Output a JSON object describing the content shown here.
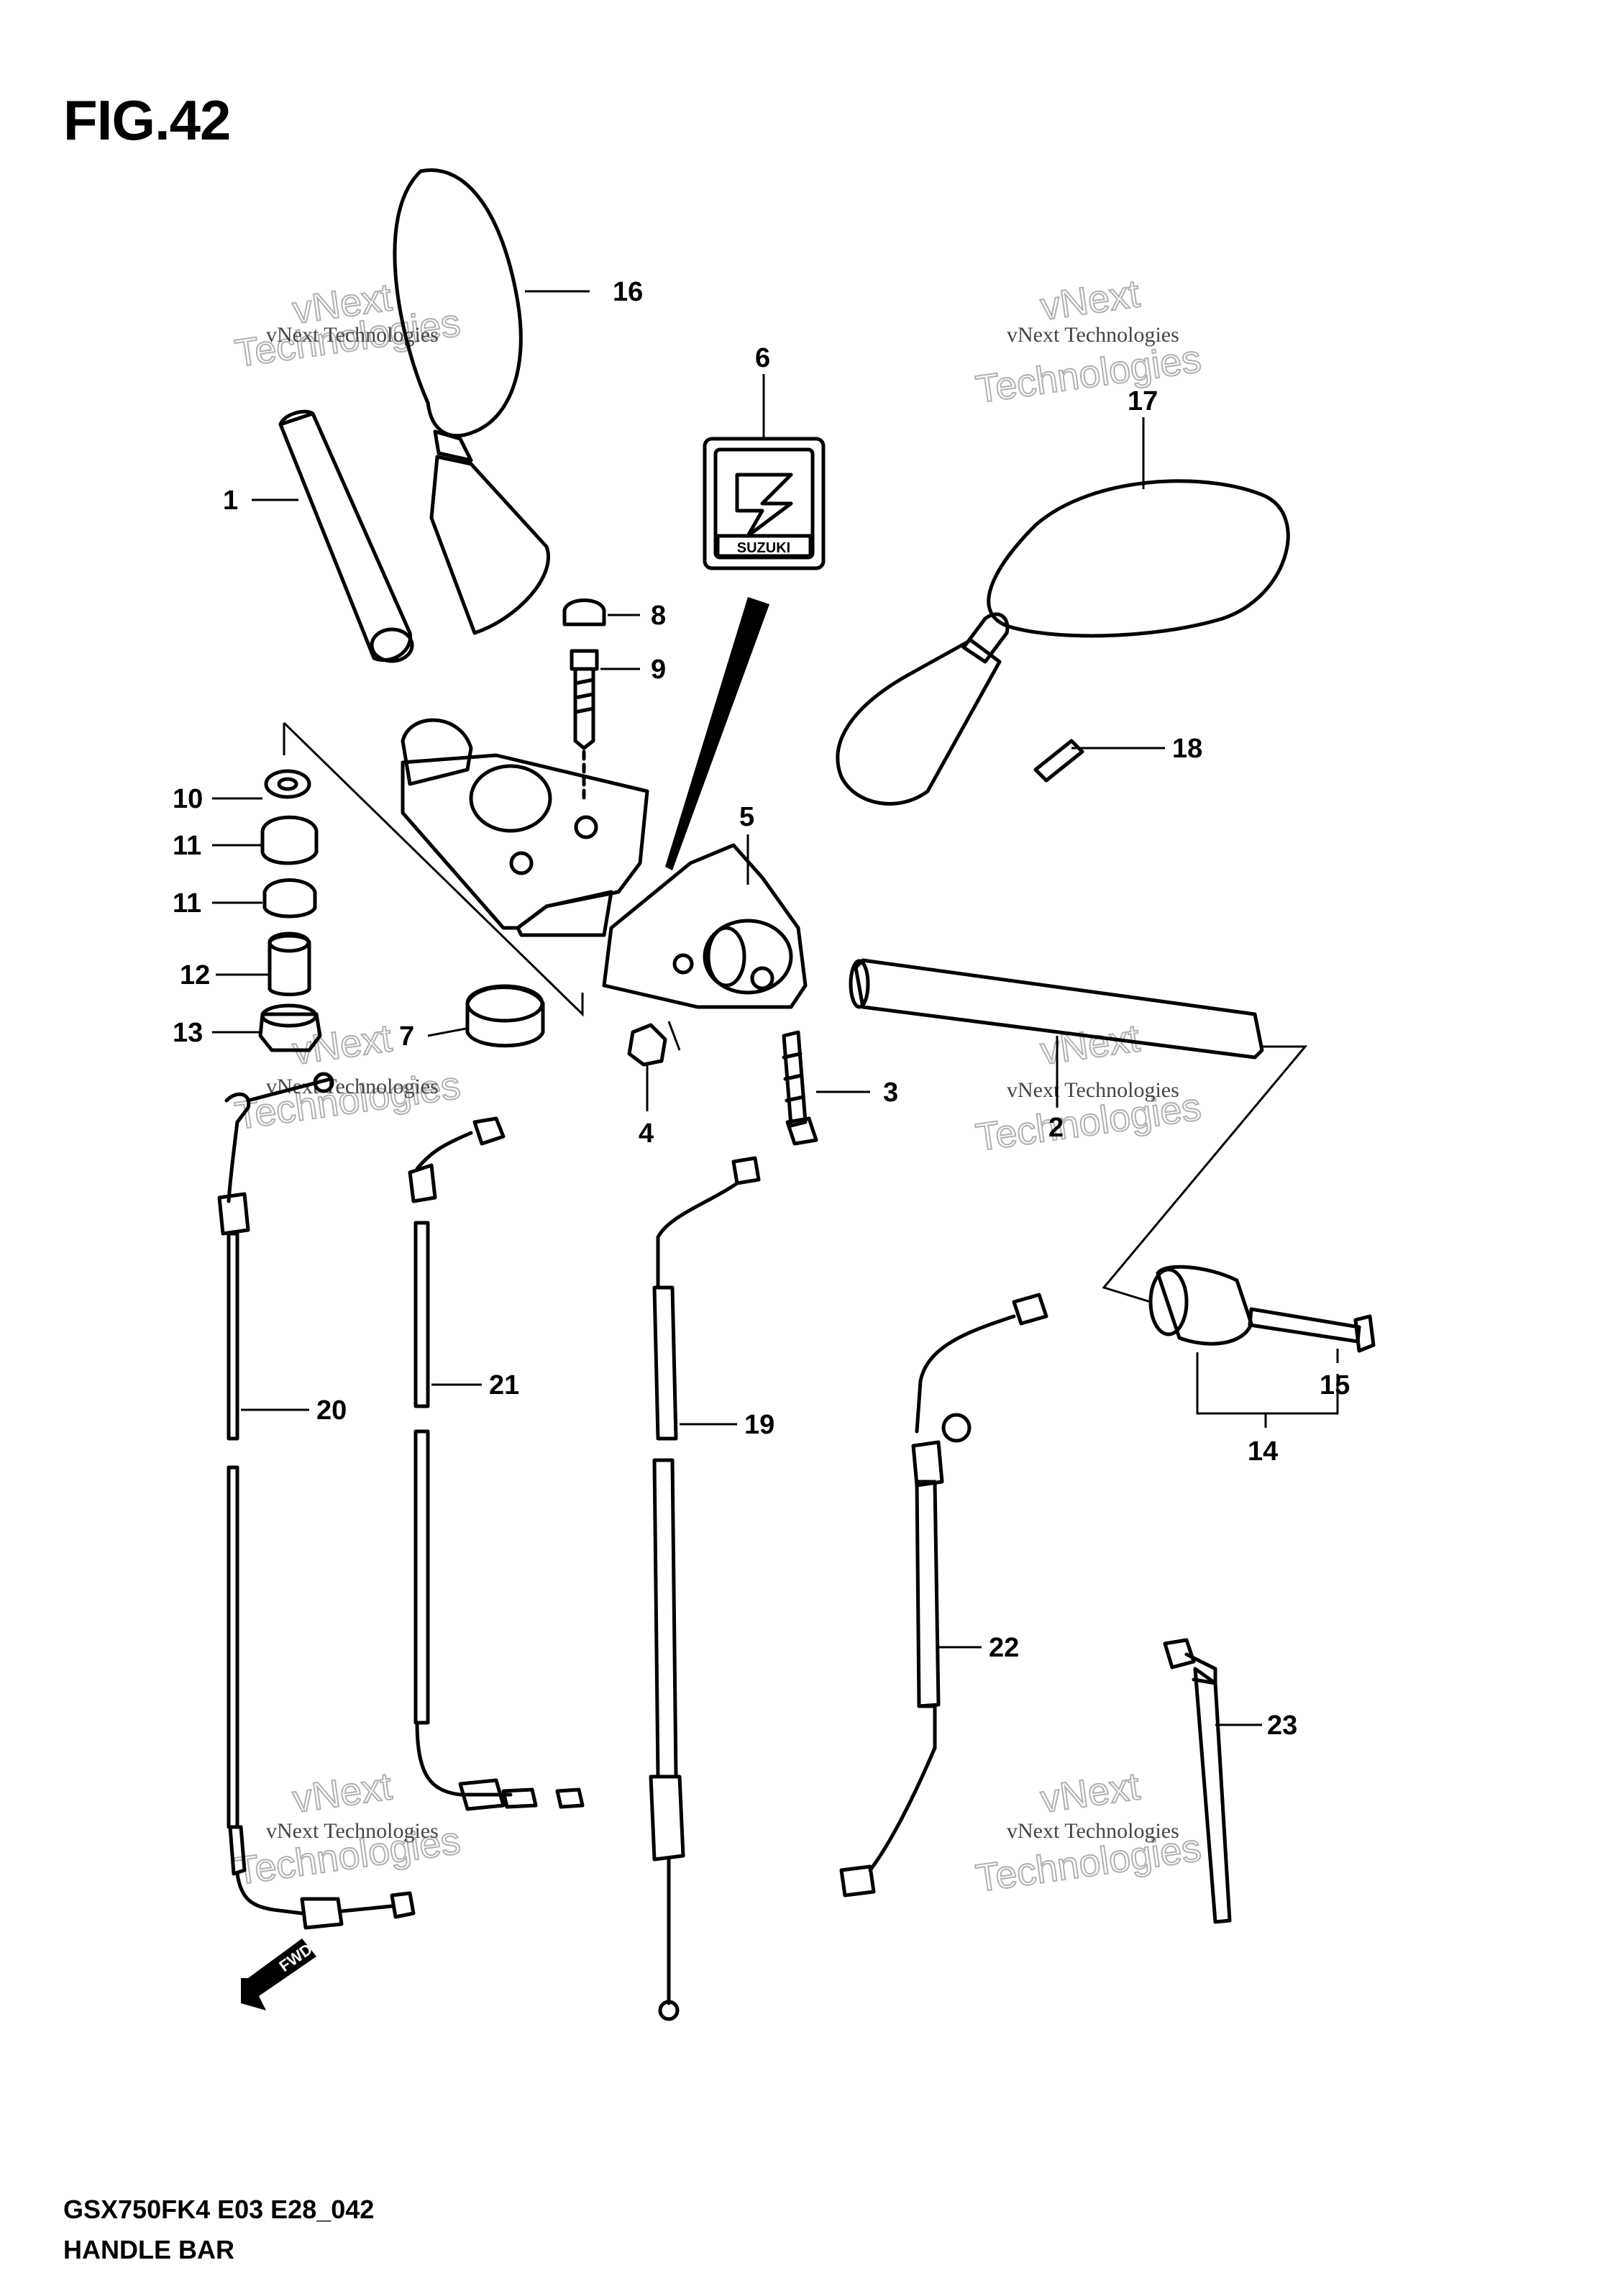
{
  "figure": {
    "title": "FIG.42",
    "model_code": "GSX750FK4 E03 E28_042",
    "section": "HANDLE BAR"
  },
  "watermark": {
    "small_text": "vNext Technologies",
    "big_line_1": "vNext",
    "big_line_2": "Technologies"
  },
  "emblem_text": "SUZUKI",
  "fwd_label": "FWD",
  "callouts": [
    {
      "id": "c1",
      "label": "1"
    },
    {
      "id": "c2",
      "label": "2"
    },
    {
      "id": "c3",
      "label": "3"
    },
    {
      "id": "c4",
      "label": "4"
    },
    {
      "id": "c5",
      "label": "5"
    },
    {
      "id": "c6",
      "label": "6"
    },
    {
      "id": "c7",
      "label": "7"
    },
    {
      "id": "c8",
      "label": "8"
    },
    {
      "id": "c9",
      "label": "9"
    },
    {
      "id": "c10",
      "label": "10"
    },
    {
      "id": "c11a",
      "label": "11"
    },
    {
      "id": "c11b",
      "label": "11"
    },
    {
      "id": "c12",
      "label": "12"
    },
    {
      "id": "c13",
      "label": "13"
    },
    {
      "id": "c14",
      "label": "14"
    },
    {
      "id": "c15",
      "label": "15"
    },
    {
      "id": "c16",
      "label": "16"
    },
    {
      "id": "c17",
      "label": "17"
    },
    {
      "id": "c18",
      "label": "18"
    },
    {
      "id": "c19",
      "label": "19"
    },
    {
      "id": "c20",
      "label": "20"
    },
    {
      "id": "c21",
      "label": "21"
    },
    {
      "id": "c22",
      "label": "22"
    },
    {
      "id": "c23",
      "label": "23"
    }
  ]
}
